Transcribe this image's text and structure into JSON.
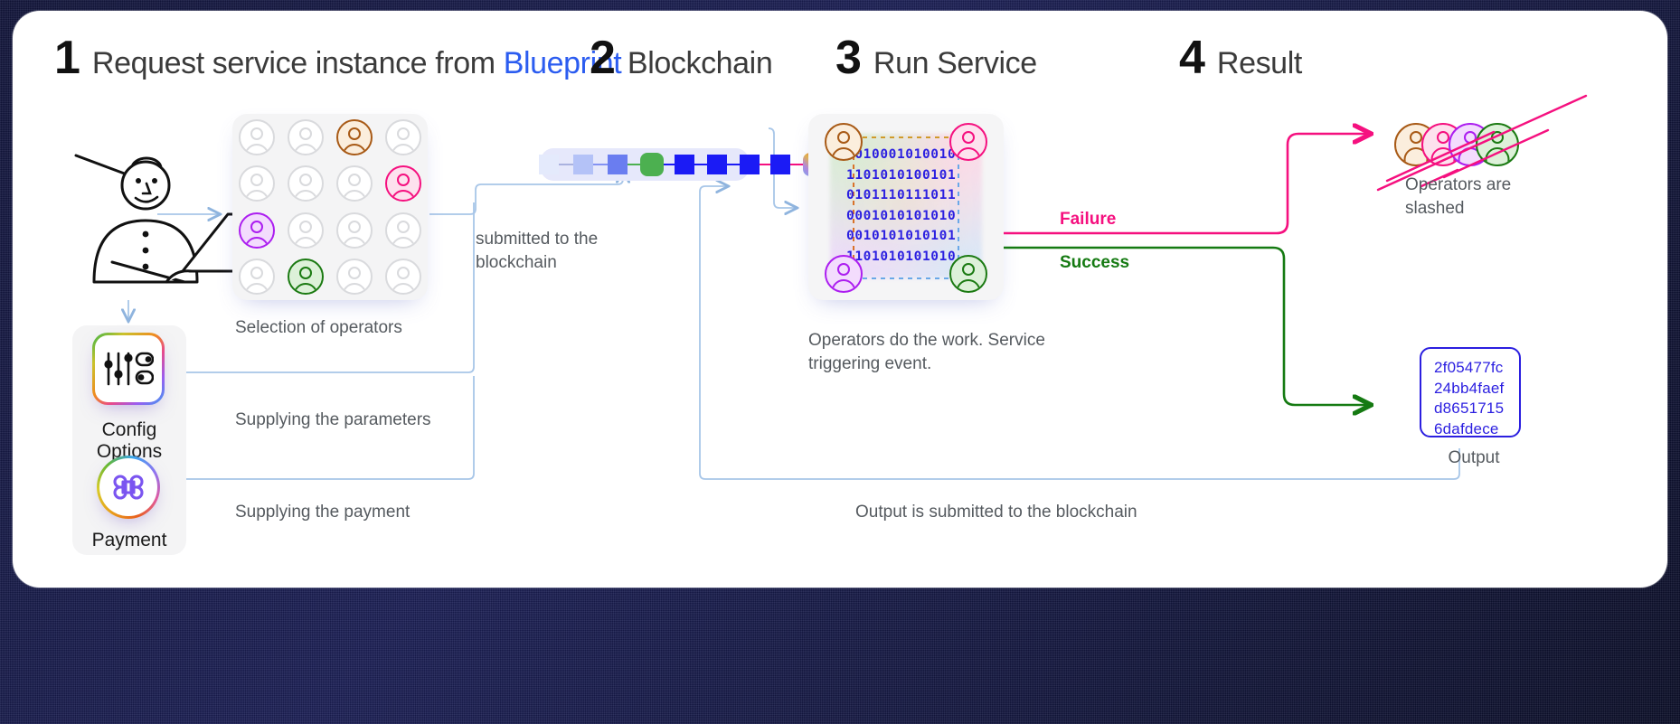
{
  "steps": [
    {
      "num": "1",
      "title": "Request service instance from ",
      "accent": "Blueprint"
    },
    {
      "num": "2",
      "title": "Blockchain",
      "accent": ""
    },
    {
      "num": "3",
      "title": "Run Service",
      "accent": ""
    },
    {
      "num": "4",
      "title": "Result",
      "accent": ""
    }
  ],
  "captions": {
    "selection_of_operators": "Selection of operators",
    "submitted_to_blockchain": "submitted to the\nblockchain",
    "operators_do_work": "Operators do the work. Service\ntriggering event.",
    "operators_are_slashed": "Operators are\nslashed",
    "supplying_parameters": "Supplying the parameters",
    "supplying_payment": "Supplying the payment",
    "output_submitted": "Output is submitted to the blockchain",
    "output": "Output"
  },
  "left_panel": {
    "config_label": "Config Options",
    "payment_label": "Payment",
    "config_icon": "sliders-toggles-icon",
    "payment_icon": "command-key-icon",
    "user_icon": "person-with-laptop-icon"
  },
  "operator_grid": {
    "rows": 4,
    "cols": 4,
    "selected": [
      {
        "row": 1,
        "col": 3,
        "color": "#a85a16",
        "name": "brown"
      },
      {
        "row": 2,
        "col": 4,
        "color": "#f5107f",
        "name": "pink"
      },
      {
        "row": 3,
        "col": 1,
        "color": "#ac1ef0",
        "name": "purple"
      },
      {
        "row": 4,
        "col": 2,
        "color": "#1b7a12",
        "name": "green"
      }
    ]
  },
  "blockchain": {
    "blocks": [
      {
        "fill": "#dfe6fb",
        "shape": "square"
      },
      {
        "fill": "#aebdf7",
        "shape": "square"
      },
      {
        "fill": "#6a7df0",
        "shape": "square"
      },
      {
        "fill": "#4cb050",
        "shape": "rounded"
      },
      {
        "fill": "#1b1bf5",
        "shape": "square"
      },
      {
        "fill": "#1b1bf5",
        "shape": "square"
      },
      {
        "fill": "#1b1bf5",
        "shape": "square"
      },
      {
        "fill": "#1b1bf5",
        "shape": "square"
      },
      {
        "fill": "rainbow",
        "shape": "rounded"
      }
    ]
  },
  "service": {
    "binary_lines": [
      "1010001010010",
      "1101010100101",
      "0101110111011",
      "0001010101010",
      "0010101010101",
      "1101010101010"
    ],
    "corner_operators": [
      {
        "pos": "top-left",
        "color": "#a85a16"
      },
      {
        "pos": "top-right",
        "color": "#f5107f"
      },
      {
        "pos": "bottom-left",
        "color": "#ac1ef0"
      },
      {
        "pos": "bottom-right",
        "color": "#1b7a12"
      }
    ]
  },
  "result": {
    "failure_label": "Failure",
    "success_label": "Success",
    "hash_lines": [
      "2f05477fc",
      "24bb4faef",
      "d8651715",
      "6dafdece"
    ],
    "slashed_operator_colors": [
      "#a85a16",
      "#f5107f",
      "#ac1ef0",
      "#1b7a12"
    ]
  },
  "colors": {
    "blueprint_blue": "#2b5cf0",
    "failure_pink": "#f5107f",
    "success_green": "#157a12",
    "hash_blue": "#2b1fe0",
    "connector_blue": "#a8c6e8",
    "frame_navy": "#1b1f56"
  }
}
